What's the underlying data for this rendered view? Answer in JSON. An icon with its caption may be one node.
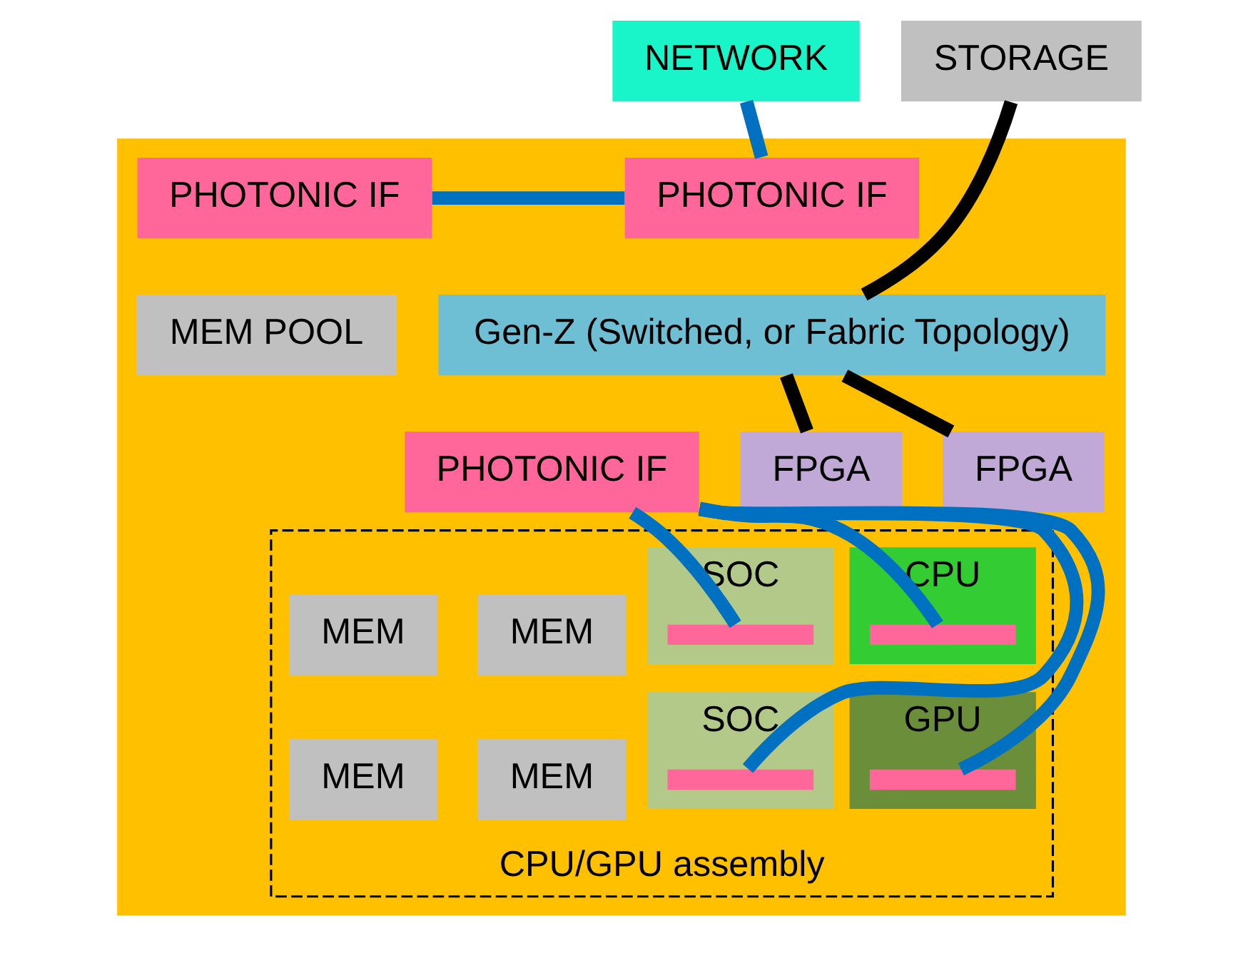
{
  "diagram": {
    "nodes": [
      {
        "text": [
          "NETWORK"
        ]
      },
      {
        "text": [
          "STORAGE"
        ]
      },
      {
        "text": [],
        "shape": "box"
      },
      {
        "text": [
          "PHOTONIC IF"
        ],
        "in": 2
      },
      {
        "text": [
          "MEM POOL"
        ],
        "in": 2
      },
      {
        "text": [
          "PHOTONIC IF"
        ],
        "in": 2
      },
      {
        "text": [
          "Gen-Z (Switched, or Fabric Topology)"
        ],
        "in": 2
      },
      {
        "text": [
          "PHOTONIC IF"
        ],
        "in": 2
      },
      {
        "text": [
          "CPU/GPU assembly"
        ],
        "in": 2
      },
      {
        "text": [
          "MEM"
        ],
        "in": 8
      },
      {
        "text": [
          "SOC"
        ],
        "in": 8
      },
      {
        "text": [],
        "shape": "bar",
        "in": 10
      },
      {
        "text": [
          "CPU"
        ],
        "in": 8
      },
      {
        "text": [],
        "shape": "bar",
        "in": 12
      },
      {
        "text": [
          "MEM"
        ],
        "in": 8
      },
      {
        "text": [
          "MEM"
        ],
        "in": 8
      },
      {
        "text": [
          "SOC"
        ],
        "in": 8
      },
      {
        "text": [],
        "shape": "bar",
        "in": 16
      },
      {
        "text": [
          "GPU"
        ],
        "in": 8
      },
      {
        "text": [],
        "shape": "bar",
        "in": 18
      },
      {
        "text": [
          "MEM"
        ],
        "in": 8
      },
      {
        "text": [
          "FPGA"
        ],
        "in": 2
      },
      {
        "text": [
          "FPGA"
        ],
        "in": 2
      }
    ],
    "edges": [
      {
        "from": 0,
        "to": 5,
        "arrow": "none"
      },
      {
        "from": 1,
        "to": 6,
        "arrow": "none",
        "color": "#000000"
      },
      {
        "from": 3,
        "to": 5,
        "arrow": "none"
      },
      {
        "from": 7,
        "to": 11,
        "arrow": "none"
      },
      {
        "from": 7,
        "to": 13,
        "arrow": "none"
      },
      {
        "from": 7,
        "to": 17,
        "arrow": "none"
      },
      {
        "from": 7,
        "to": 19,
        "arrow": "none"
      },
      {
        "from": 6,
        "to": 21,
        "arrow": "none",
        "color": "#000000"
      },
      {
        "from": 6,
        "to": 22,
        "arrow": "none",
        "color": "#000000"
      }
    ]
  }
}
